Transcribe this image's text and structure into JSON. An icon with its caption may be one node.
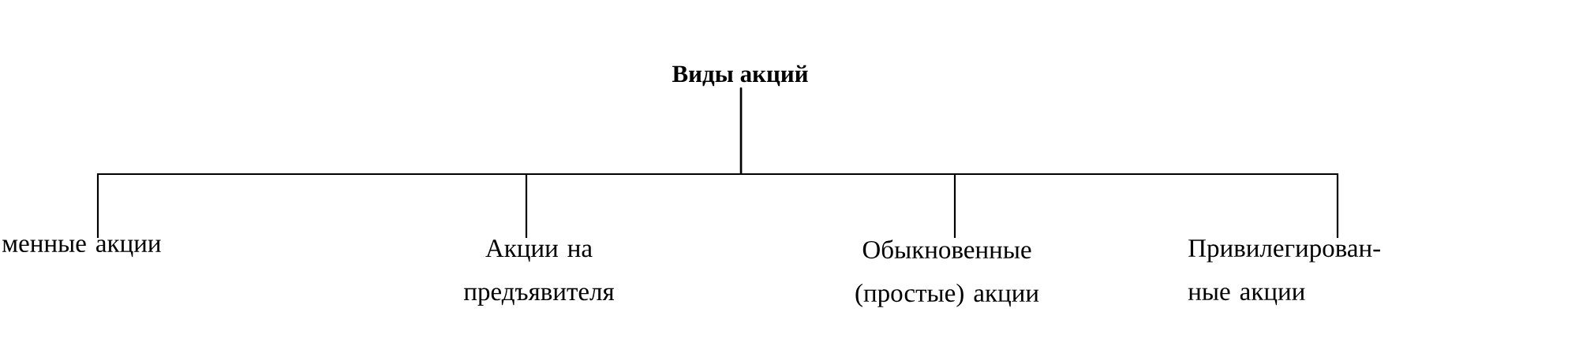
{
  "diagram": {
    "nodes": [
      {
        "text": [
          "Виды акций"
        ]
      },
      {
        "text": [
          "менные акции"
        ]
      },
      {
        "text": [
          "Акции на предъявителя"
        ]
      },
      {
        "text": [
          "Обыкновенные (простые) акции"
        ]
      },
      {
        "text": [
          "Привилегирован- ные акции"
        ]
      }
    ],
    "edges": [
      {
        "from": 0,
        "to": 1,
        "arrow": "none"
      },
      {
        "from": 0,
        "to": 2,
        "arrow": "none"
      },
      {
        "from": 0,
        "to": 3,
        "arrow": "none"
      },
      {
        "from": 0,
        "to": 4,
        "arrow": "none"
      }
    ]
  }
}
